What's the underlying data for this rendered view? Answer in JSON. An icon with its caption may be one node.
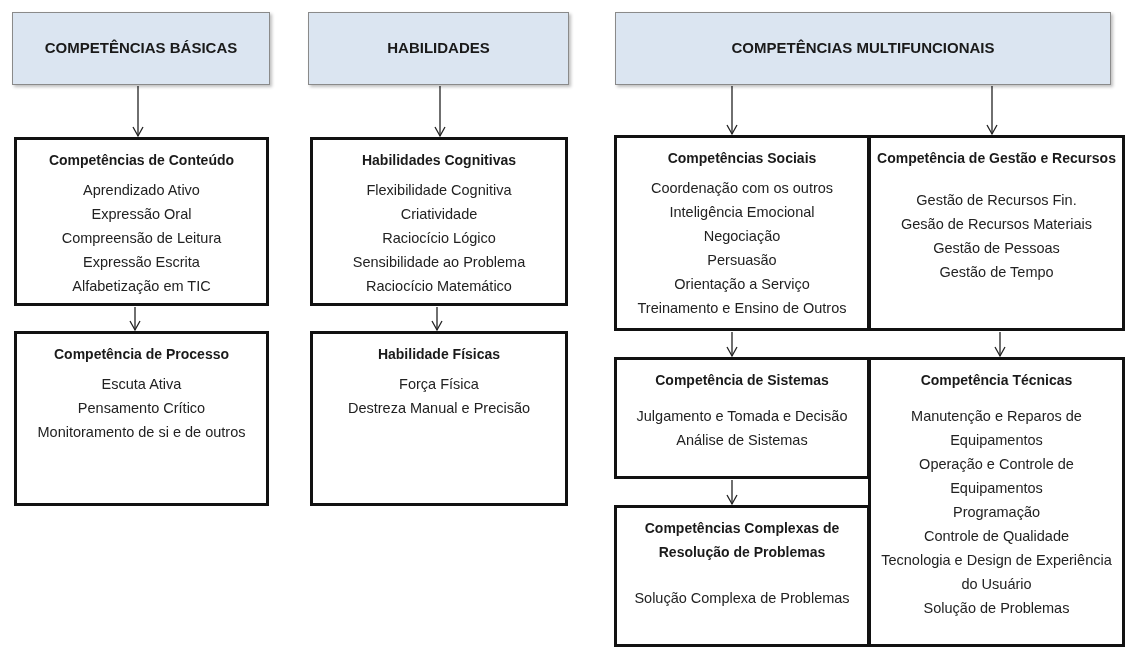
{
  "diagram": {
    "nodes": [
      {
        "text": [
          "COMPETÊNCIAS BÁSICAS"
        ]
      },
      {
        "text": [
          "HABILIDADES"
        ]
      },
      {
        "text": [
          "COMPETÊNCIAS MULTIFUNCIONAIS"
        ]
      },
      {
        "text": [
          "Competências de Conteúdo",
          "Aprendizado Ativo",
          "Expressão Oral",
          "Compreensão de Leitura",
          "Expressão Escrita",
          "Alfabetização em TIC"
        ]
      },
      {
        "text": [
          "Competência de Processo",
          "Escuta Ativa",
          "Pensamento Crítico",
          "Monitoramento de si e de outros"
        ]
      },
      {
        "text": [
          "Habilidades Cognitivas",
          "Flexibilidade Cognitiva",
          "Criatividade",
          "Raciocício Lógico",
          "Sensibilidade ao Problema",
          "Raciocício Matemático"
        ]
      },
      {
        "text": [
          "Habilidade Físicas",
          "Força Física",
          "Destreza Manual e Precisão"
        ]
      },
      {
        "text": [
          "Competências Sociais",
          "Coordenação com os outros",
          "Inteligência Emocional",
          "Negociação",
          "Persuasão",
          "Orientação a Serviço",
          "Treinamento e Ensino de Outros"
        ]
      },
      {
        "text": [
          "Competência de Gestão e Recursos",
          "Gestão de Recursos Fin.",
          "Gesão de Recursos Materiais",
          "Gestão de Pessoas",
          "Gestão de Tempo"
        ]
      },
      {
        "text": [
          "Competência de Sistemas",
          "Julgamento e Tomada e Decisão",
          "Análise de Sistemas"
        ]
      },
      {
        "text": [
          "Competências Complexas de Resolução de Problemas",
          "Solução Complexa de Problemas"
        ]
      },
      {
        "text": [
          "Competência Técnicas",
          "Manutenção e Reparos de Equipamentos",
          "Operação e Controle de Equipamentos",
          "Programação",
          "Controle de Qualidade",
          "Tecnologia e Design de Experiência do Usuário",
          "Solução de Problemas"
        ]
      }
    ],
    "edges": [
      {
        "from": 0,
        "to": 3,
        "arrow": "to"
      },
      {
        "from": 3,
        "to": 4,
        "arrow": "to"
      },
      {
        "from": 1,
        "to": 5,
        "arrow": "to"
      },
      {
        "from": 5,
        "to": 6,
        "arrow": "to"
      },
      {
        "from": 2,
        "to": 7,
        "arrow": "to"
      },
      {
        "from": 2,
        "to": 8,
        "arrow": "to"
      },
      {
        "from": 7,
        "to": 9,
        "arrow": "to"
      },
      {
        "from": 8,
        "to": 11,
        "arrow": "to"
      },
      {
        "from": 9,
        "to": 10,
        "arrow": "to"
      }
    ]
  }
}
